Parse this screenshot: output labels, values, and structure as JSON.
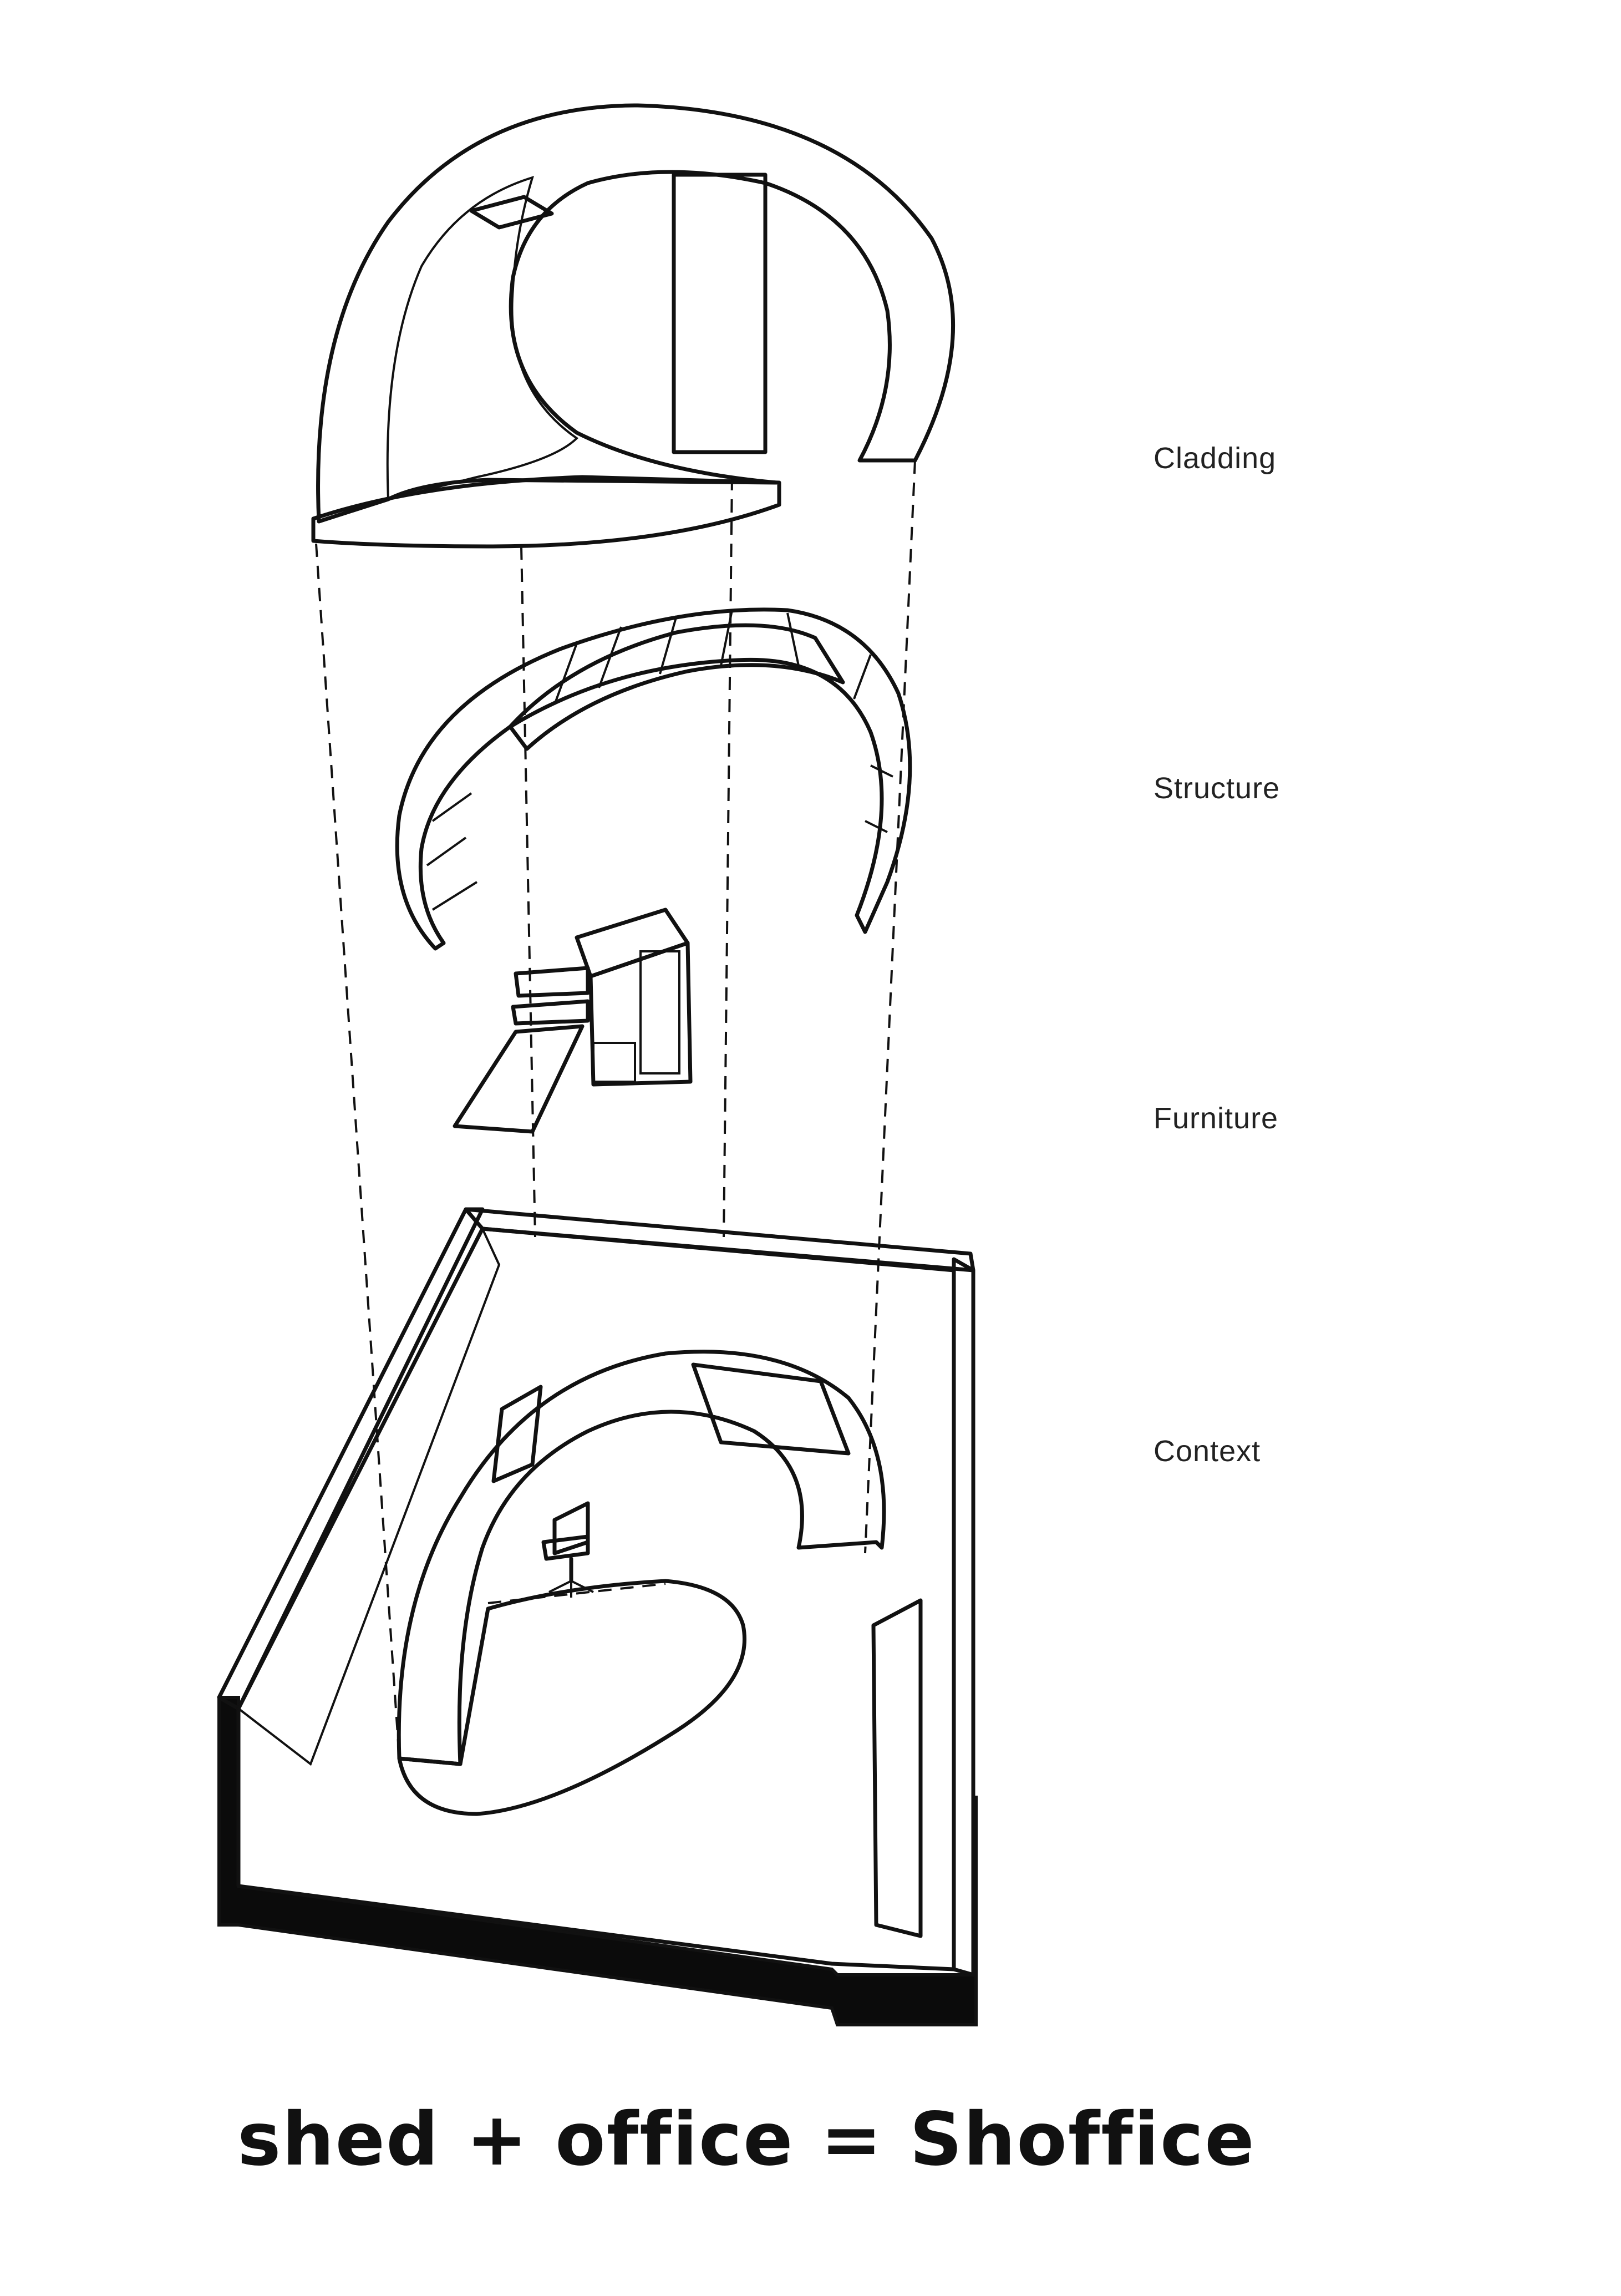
{
  "labels": {
    "cladding": "Cladding",
    "structure": "Structure",
    "furniture": "Furniture",
    "context": "Context"
  },
  "caption": "shed + office = Shoffice",
  "colors": {
    "ink": "#111111",
    "cladding_fill": "#d9d8d3",
    "floor_fill": "#c4c8bf",
    "wall_fill": "#d4d3cd",
    "base_fill": "#0b0b0b"
  }
}
